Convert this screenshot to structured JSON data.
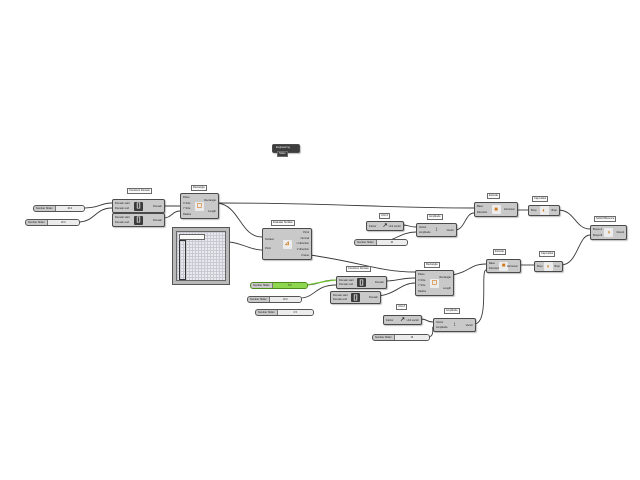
{
  "canvas": {
    "title": "Grasshopper definition canvas"
  },
  "groups": {
    "top_remote": {
      "label": "Engineering",
      "sub": "Slider"
    },
    "construct_domain": {
      "tag": "Construct Domain",
      "in_a": "Domain start",
      "in_b": "Domain end",
      "out": "Domain"
    },
    "rectangle_1": {
      "tag": "Rectangle",
      "in_plane": "Plane",
      "in_x": "X Size",
      "in_y": "Y Size",
      "in_r": "Radius",
      "out_rect": "Rectangle",
      "out_len": "Length"
    },
    "evaluate_surface": {
      "tag": "Evaluate Surface",
      "in_s": "Surface",
      "in_p": "Point",
      "out_point": "Point",
      "out_normal": "Normal",
      "out_u": "U direction",
      "out_v": "V direction",
      "out_frame": "Frame"
    },
    "construct_domain_2": {
      "tag": "Construct Domain",
      "in_a": "Domain start",
      "in_b": "Domain end",
      "out": "Domain"
    },
    "rectangle_2": {
      "tag": "Rectangle",
      "in_plane": "Plane",
      "in_x": "X Size",
      "in_y": "Y Size",
      "in_r": "Radius",
      "out_rect": "Rectangle",
      "out_len": "Length"
    },
    "unit_x": {
      "tag": "Unit X",
      "in": "Factor",
      "out": "Unit vector"
    },
    "amplitude_1": {
      "tag": "Amplitude",
      "in_v": "Vector",
      "in_a": "Amplitude",
      "out": "Vector"
    },
    "extrude_1": {
      "tag": "Extrude",
      "in_b": "Base",
      "in_d": "Direction",
      "out": "Extrusion"
    },
    "cap_holes_1": {
      "tag": "Cap Holes",
      "in": "Brep",
      "out": "Brep"
    },
    "solid_difference": {
      "tag": "Solid Difference",
      "in_a": "Breps A",
      "in_b": "Breps B",
      "out": "Result"
    },
    "extrude_2": {
      "tag": "Extrude",
      "in_b": "Base",
      "in_d": "Direction",
      "out": "Extrusion"
    },
    "cap_holes_2": {
      "tag": "Cap Holes",
      "in": "Brep",
      "out": "Brep"
    },
    "unit_z": {
      "tag": "Unit Z",
      "in": "Factor",
      "out": "Unit vector"
    },
    "amplitude_2": {
      "tag": "Amplitude",
      "in_v": "Vector",
      "in_a": "Amplitude",
      "out": "Vector"
    }
  },
  "sliders": [
    {
      "label": "Number Slider",
      "value": "40.0"
    },
    {
      "label": "Number Slider",
      "value": "20.0"
    },
    {
      "label": "Number Slider",
      "value": "40"
    },
    {
      "label": "Number Slider",
      "value": "5.0"
    },
    {
      "label": "Number Slider",
      "value": "18.0"
    },
    {
      "label": "Number Slider",
      "value": "0.5"
    },
    {
      "label": "Number Slider",
      "value": "18"
    }
  ],
  "colors": {
    "wire": "#3a3a3a",
    "component": "#c9c9c9",
    "selected_wire": "#6fc02a",
    "icon_accent": "#d07a18"
  }
}
